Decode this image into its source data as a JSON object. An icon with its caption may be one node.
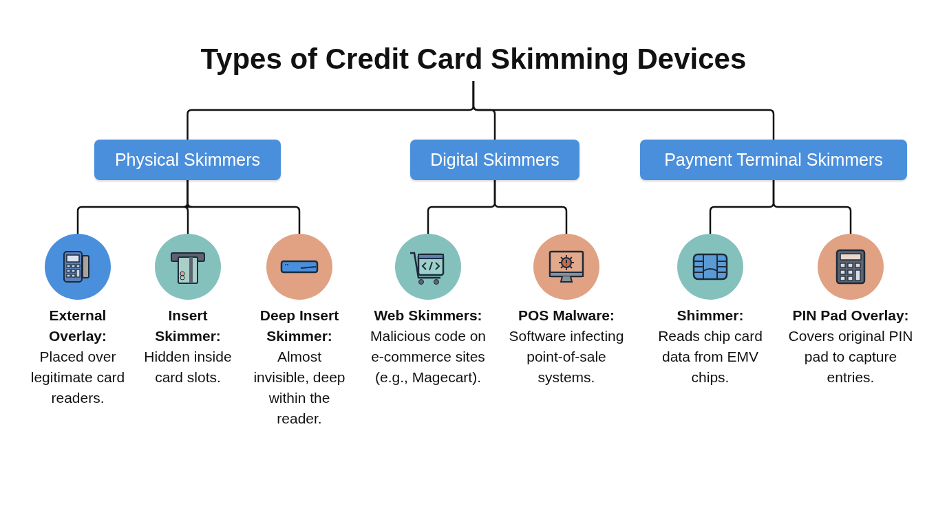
{
  "diagram": {
    "nodes": [
      {
        "text": [
          "Types of Credit Card Skimming Devices"
        ]
      },
      {
        "text": [
          "Physical Skimmers"
        ]
      },
      {
        "text": [
          "Digital Skimmers"
        ]
      },
      {
        "text": [
          "Payment Terminal Skimmers"
        ]
      },
      {
        "text": [
          "External Overlay:",
          "Placed over legitimate card readers."
        ]
      },
      {
        "text": [
          "Insert Skimmer:",
          "Hidden inside card slots."
        ]
      },
      {
        "text": [
          "Deep Insert Skimmer:",
          "Almost invisible, deep within the reader."
        ]
      },
      {
        "text": [
          "Web Skimmers:",
          "Malicious code on e-commerce sites (e.g., Magecart)."
        ]
      },
      {
        "text": [
          "POS Malware:",
          "Software infecting point-of-sale systems."
        ]
      },
      {
        "text": [
          "Shimmer:",
          "Reads chip card data from EMV chips."
        ]
      },
      {
        "text": [
          "PIN Pad Overlay:",
          "Covers original PIN pad to capture entries."
        ]
      }
    ],
    "edges": [
      {
        "from": 0,
        "to": 1,
        "arrow": "none"
      },
      {
        "from": 0,
        "to": 2,
        "arrow": "none"
      },
      {
        "from": 0,
        "to": 3,
        "arrow": "none"
      },
      {
        "from": 1,
        "to": 4,
        "arrow": "none"
      },
      {
        "from": 1,
        "to": 5,
        "arrow": "none"
      },
      {
        "from": 1,
        "to": 6,
        "arrow": "none"
      },
      {
        "from": 2,
        "to": 7,
        "arrow": "none"
      },
      {
        "from": 2,
        "to": 8,
        "arrow": "none"
      },
      {
        "from": 3,
        "to": 9,
        "arrow": "none"
      },
      {
        "from": 3,
        "to": 10,
        "arrow": "none"
      }
    ]
  }
}
